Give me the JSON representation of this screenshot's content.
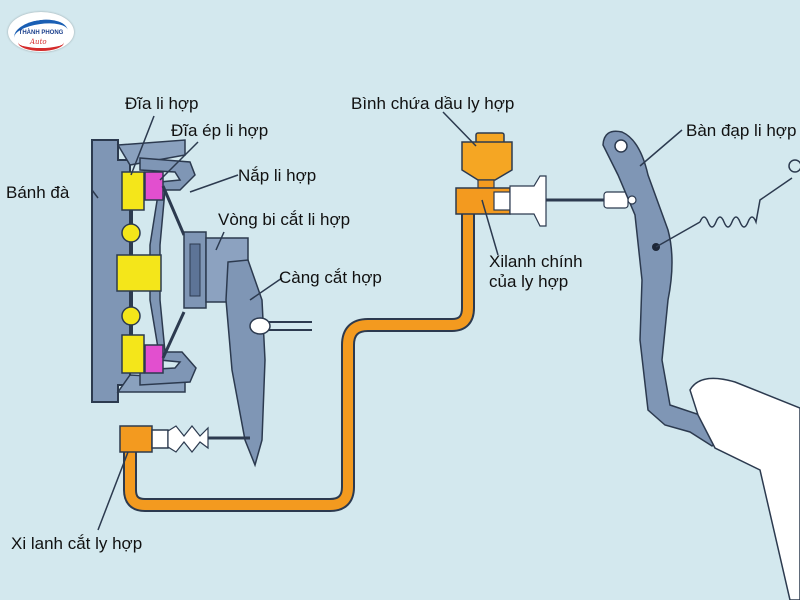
{
  "logo": {
    "brand": "THÀNH PHONG",
    "sub": "Auto"
  },
  "labels": {
    "flywheel": "Bánh đà",
    "clutch_disc": "Đĩa li hợp",
    "pressure_plate": "Đĩa ép li hợp",
    "clutch_cover": "Nắp li hợp",
    "release_bearing": "Vòng bi cắt li hợp",
    "release_fork": "Càng cắt hợp",
    "reservoir": "Bình chứa dầu ly hợp",
    "master_cylinder_1": "Xilanh chính",
    "master_cylinder_2": "của ly hợp",
    "pedal": "Bàn đạp li hợp",
    "slave_cylinder": "Xi lanh cắt ly hợp"
  },
  "colors": {
    "background": "#d3e8ee",
    "metal": "#7f96b5",
    "outline": "#2c3a4f",
    "disc": "#f4e61a",
    "friction": "#e24fcf",
    "fluid": "#f39a1f",
    "reservoir": "#f5a623"
  }
}
